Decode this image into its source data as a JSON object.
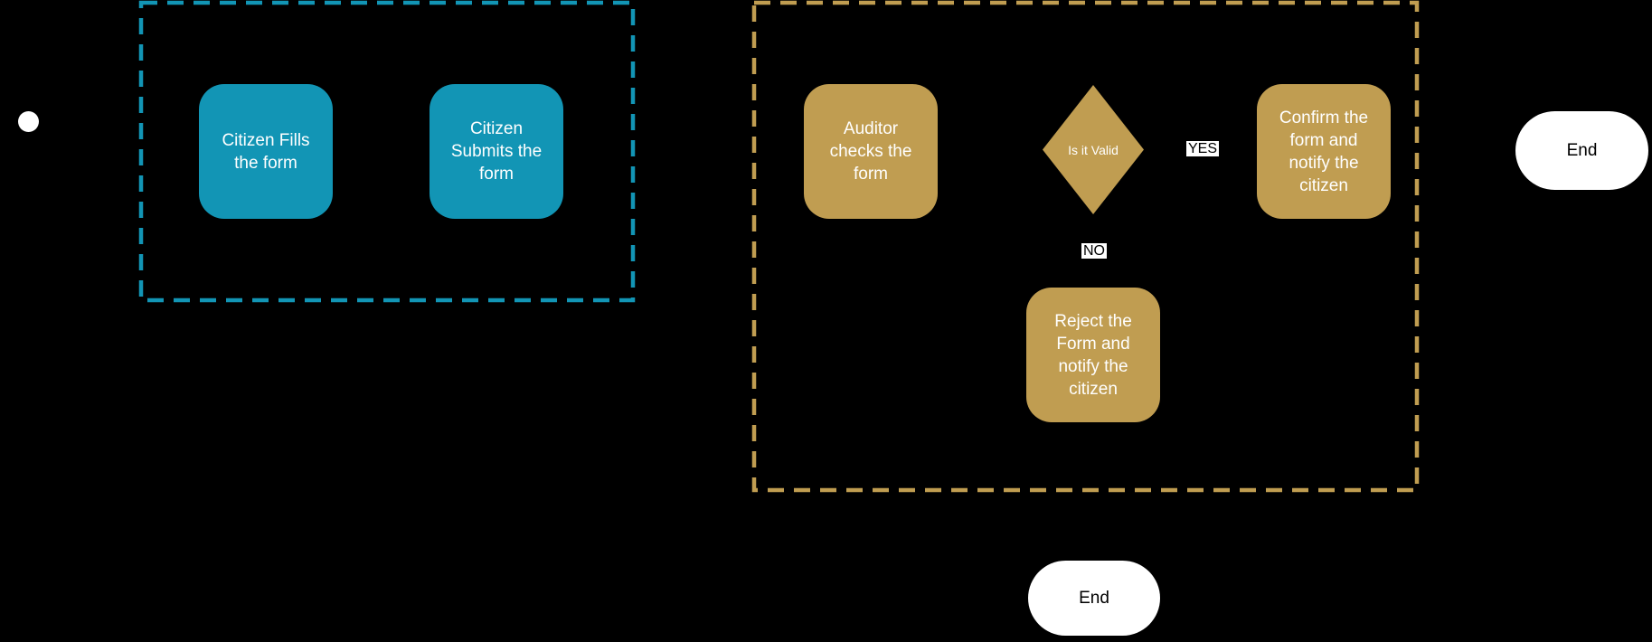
{
  "colors": {
    "background": "#000000",
    "citizen-accent": "#1295B5",
    "auditor-accent": "#C09D51",
    "node-text": "#FFFFFF",
    "white-shape": "#FFFFFF",
    "dark-text": "#000000"
  },
  "lanes": {
    "citizen": {
      "nodes": {
        "fill_form": {
          "label": "Citizen Fills the form"
        },
        "submit_form": {
          "label": "Citizen Submits the form"
        }
      }
    },
    "auditor": {
      "nodes": {
        "check_form": {
          "label": "Auditor checks the form"
        },
        "decision": {
          "label": "Is it Valid"
        },
        "confirm": {
          "label": "Confirm the form and notify the citizen"
        },
        "reject": {
          "label": "Reject the Form and notify the citizen"
        }
      }
    }
  },
  "edge_labels": {
    "yes": "YES",
    "no": "NO"
  },
  "terminals": {
    "end_right": {
      "label": "End"
    },
    "end_bottom": {
      "label": "End"
    }
  }
}
